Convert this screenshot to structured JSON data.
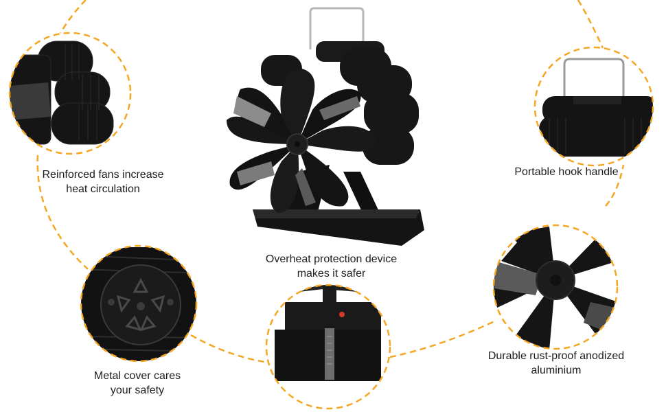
{
  "accent_color": "#f5a623",
  "product_image": {
    "icon": "stove-fan-icon"
  },
  "features": [
    {
      "icon": "fan-blades-icon",
      "lines": [
        "Reinforced fans increase",
        "heat circulation"
      ]
    },
    {
      "icon": "hook-handle-icon",
      "lines": [
        "Portable hook handle"
      ]
    },
    {
      "icon": "thermometer-icon",
      "lines": [
        "Overheat protection device",
        "makes it safer"
      ]
    },
    {
      "icon": "metal-cover-icon",
      "lines": [
        "Metal cover cares",
        "your safety"
      ]
    },
    {
      "icon": "fan-hub-icon",
      "lines": [
        "Durable rust-proof anodized",
        "aluminium"
      ]
    }
  ]
}
